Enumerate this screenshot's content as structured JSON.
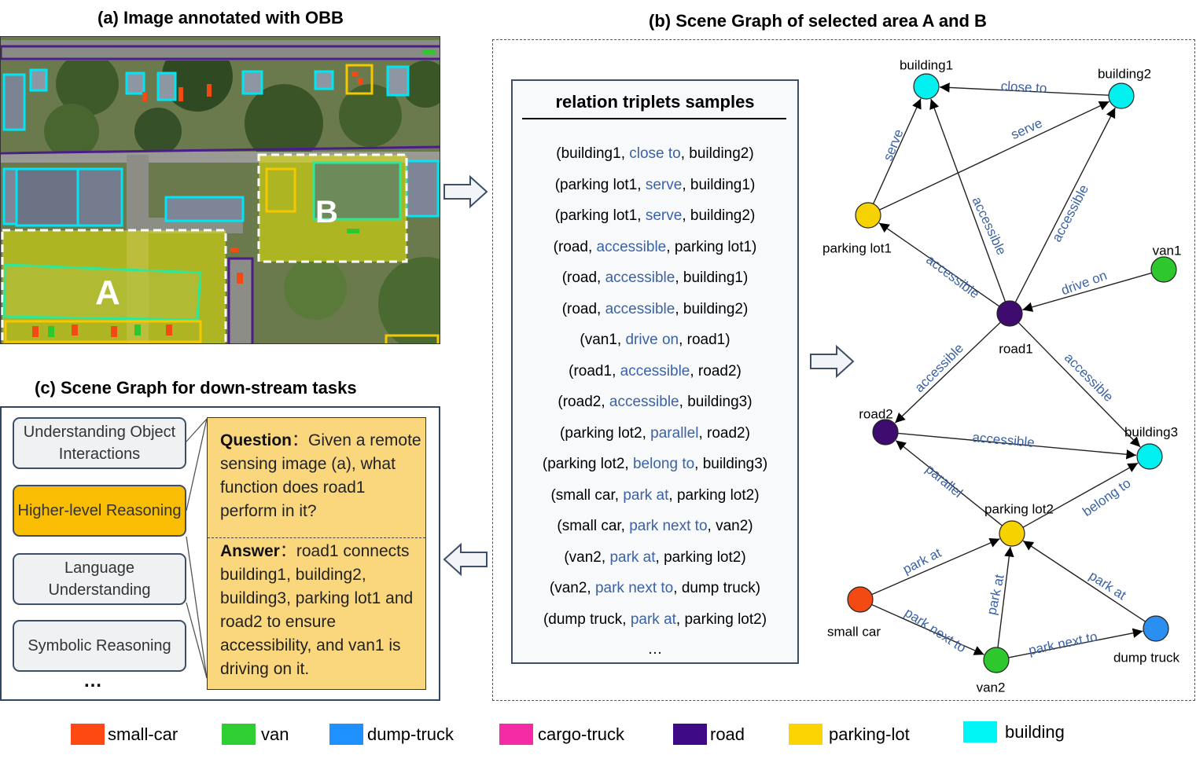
{
  "panel_a": {
    "title": "(a)  Image annotated with OBB",
    "area_a_label": "A",
    "area_b_label": "B"
  },
  "panel_b": {
    "title": "(b)   Scene Graph of selected area A and B",
    "triplets_title": "relation triplets samples",
    "triplets": [
      {
        "subject": "building1",
        "relation": "close to",
        "object": "building2"
      },
      {
        "subject": "parking lot1",
        "relation": "serve",
        "object": "building1"
      },
      {
        "subject": "parking lot1",
        "relation": "serve",
        "object": "building2"
      },
      {
        "subject": "road",
        "relation": "accessible",
        "object": "parking lot1"
      },
      {
        "subject": "road",
        "relation": "accessible",
        "object": "building1"
      },
      {
        "subject": "road",
        "relation": "accessible",
        "object": "building2"
      },
      {
        "subject": "van1",
        "relation": "drive on",
        "object": "road1"
      },
      {
        "subject": "road1",
        "relation": "accessible",
        "object": "road2"
      },
      {
        "subject": "road2",
        "relation": "accessible",
        "object": "building3"
      },
      {
        "subject": "parking lot2",
        "relation": "parallel",
        "object": "road2"
      },
      {
        "subject": "parking lot2",
        "relation": "belong to",
        "object": "building3"
      },
      {
        "subject": "small car",
        "relation": "park at",
        "object": "parking lot2"
      },
      {
        "subject": "small car",
        "relation": "park next to",
        "object": "van2"
      },
      {
        "subject": "van2",
        "relation": "park at",
        "object": "parking lot2"
      },
      {
        "subject": "van2",
        "relation": "park next to",
        "object": "dump truck"
      },
      {
        "subject": "dump truck",
        "relation": "park at",
        "object": "parking lot2"
      }
    ],
    "ellipsis": "…",
    "graph": {
      "nodes": [
        {
          "id": "building1",
          "label": "building1",
          "color": "#00f0f0"
        },
        {
          "id": "building2",
          "label": "building2",
          "color": "#00f0f0"
        },
        {
          "id": "parking_lot1",
          "label": "parking lot1",
          "color": "#f5d200"
        },
        {
          "id": "van1",
          "label": "van1",
          "color": "#2ec82e"
        },
        {
          "id": "road1",
          "label": "road1",
          "color": "#3d0c6e"
        },
        {
          "id": "road2",
          "label": "road2",
          "color": "#3d0c6e"
        },
        {
          "id": "building3",
          "label": "building3",
          "color": "#00f0f0"
        },
        {
          "id": "parking_lot2",
          "label": "parking lot2",
          "color": "#f5d200"
        },
        {
          "id": "small_car",
          "label": "small car",
          "color": "#f24a12"
        },
        {
          "id": "van2",
          "label": "van2",
          "color": "#2ec82e"
        },
        {
          "id": "dump_truck",
          "label": "dump truck",
          "color": "#2a8ff0"
        }
      ],
      "edges": [
        {
          "from": "building2",
          "to": "building1",
          "label": "close to"
        },
        {
          "from": "parking_lot1",
          "to": "building1",
          "label": "serve"
        },
        {
          "from": "parking_lot1",
          "to": "building2",
          "label": "serve"
        },
        {
          "from": "road1",
          "to": "parking_lot1",
          "label": "accessible"
        },
        {
          "from": "road1",
          "to": "building1",
          "label": "accessible"
        },
        {
          "from": "road1",
          "to": "building2",
          "label": "accessible"
        },
        {
          "from": "van1",
          "to": "road1",
          "label": "drive on"
        },
        {
          "from": "road1",
          "to": "road2",
          "label": "accessible"
        },
        {
          "from": "road1",
          "to": "building3",
          "label": "accessible"
        },
        {
          "from": "road2",
          "to": "building3",
          "label": "accessible"
        },
        {
          "from": "parking_lot2",
          "to": "road2",
          "label": "parallel"
        },
        {
          "from": "parking_lot2",
          "to": "building3",
          "label": "belong to"
        },
        {
          "from": "small_car",
          "to": "parking_lot2",
          "label": "park at"
        },
        {
          "from": "van2",
          "to": "parking_lot2",
          "label": "park at"
        },
        {
          "from": "dump_truck",
          "to": "parking_lot2",
          "label": "park at"
        },
        {
          "from": "small_car",
          "to": "van2",
          "label": "park next to"
        },
        {
          "from": "van2",
          "to": "dump_truck",
          "label": "park next to"
        }
      ]
    }
  },
  "panel_c": {
    "title": "(c)  Scene Graph for down-stream tasks",
    "tasks": [
      {
        "label": "Understanding Object Interactions"
      },
      {
        "label": "Higher-level Reasoning"
      },
      {
        "label": "Language Understanding"
      },
      {
        "label": "Symbolic Reasoning"
      }
    ],
    "tasks_ellipsis": "…",
    "question_label": "Question",
    "question_sep": "：",
    "question_text": "Given a remote sensing image (a), what function does road1 perform in it?",
    "answer_label": "Answer",
    "answer_sep": "：",
    "answer_text": "road1 connects building1, building2, building3, parking lot1 and road2 to ensure accessibility, and van1 is driving on it."
  },
  "legend": [
    {
      "label": "small-car",
      "color": "#fc4a12"
    },
    {
      "label": "van",
      "color": "#2fcf33"
    },
    {
      "label": "dump-truck",
      "color": "#1e90ff"
    },
    {
      "label": "cargo-truck",
      "color": "#f52aa5"
    },
    {
      "label": "road",
      "color": "#3f0a85"
    },
    {
      "label": "parking-lot",
      "color": "#fcd303"
    },
    {
      "label": "building",
      "color": "#00f5f5"
    }
  ]
}
